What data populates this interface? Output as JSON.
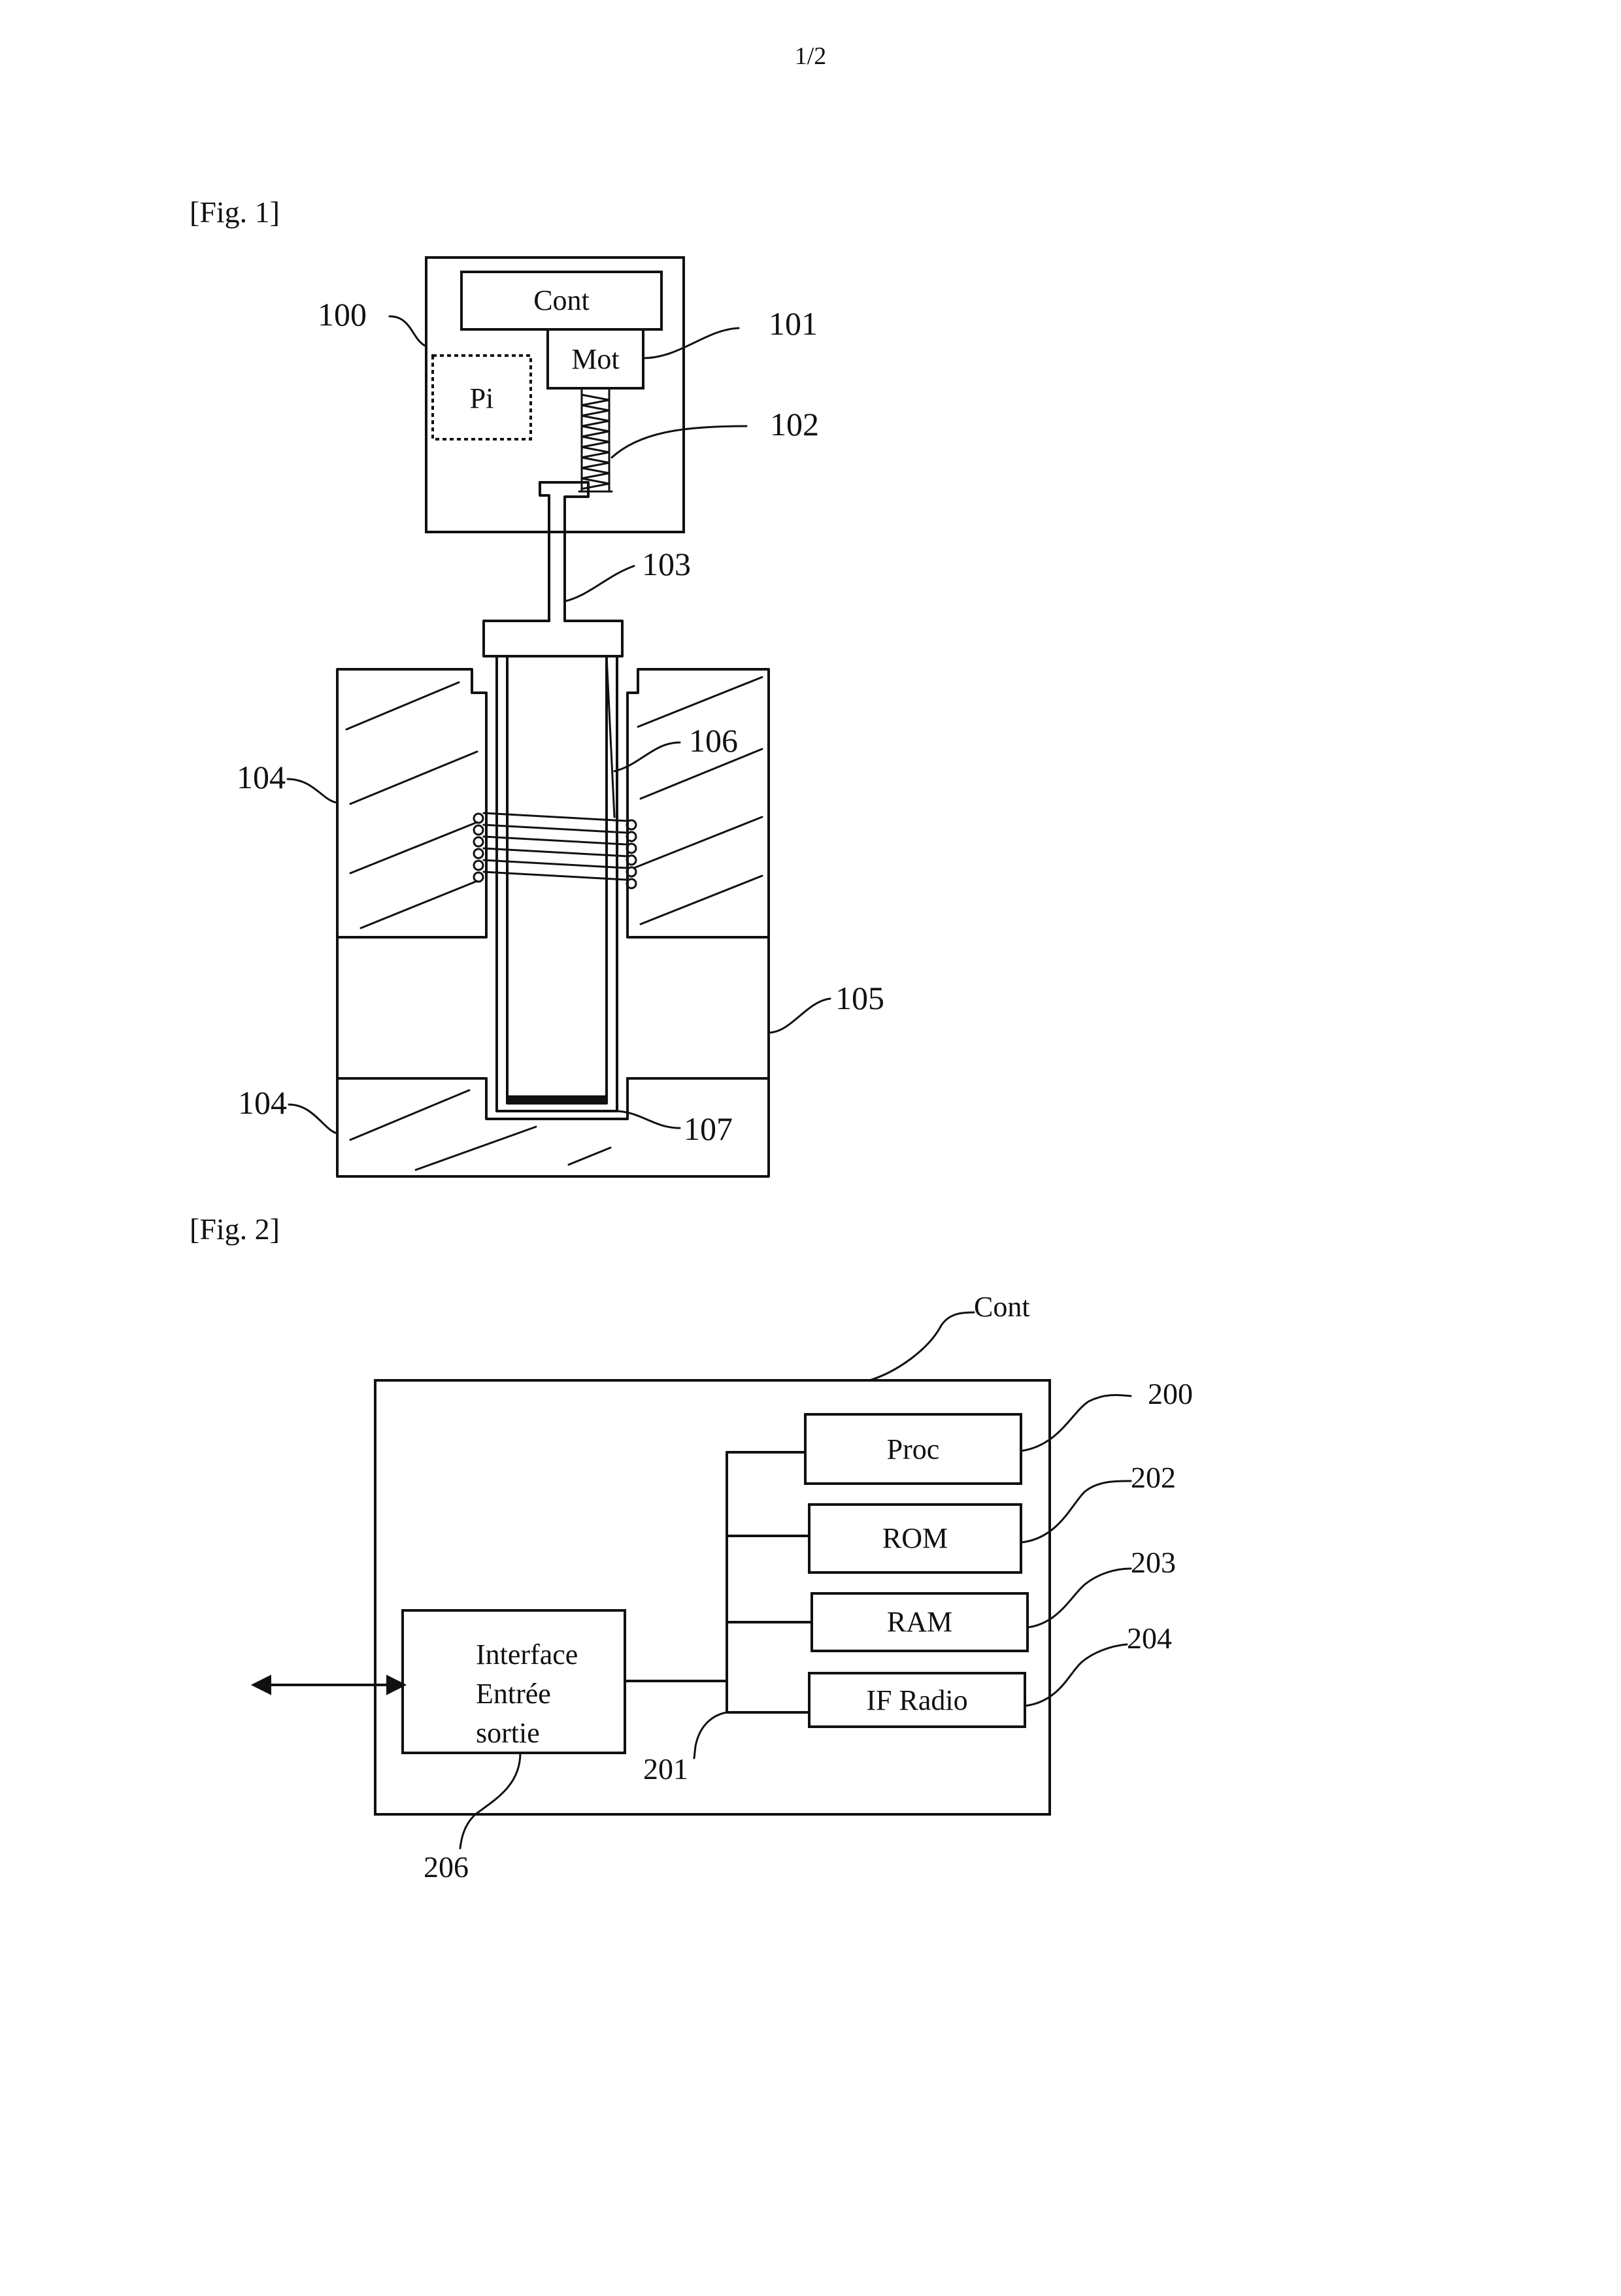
{
  "page": {
    "number": "1/2"
  },
  "fig1": {
    "caption": "[Fig. 1]",
    "labels": {
      "controller": "Cont",
      "motor": "Mot",
      "battery": "Pi",
      "ref_100": "100",
      "ref_101": "101",
      "ref_102": "102",
      "ref_103": "103",
      "ref_104_top": "104",
      "ref_104_bottom": "104",
      "ref_105": "105",
      "ref_106": "106",
      "ref_107": "107"
    }
  },
  "fig2": {
    "caption": "[Fig. 2]",
    "cont_label": "Cont",
    "blocks": {
      "proc": "Proc",
      "rom": "ROM",
      "ram": "RAM",
      "if_radio": "IF Radio",
      "io_line1": "Interface",
      "io_line2": "Entrée",
      "io_line3": "sortie"
    },
    "refs": {
      "ref_200": "200",
      "ref_201": "201",
      "ref_202": "202",
      "ref_203": "203",
      "ref_204": "204",
      "ref_206": "206"
    }
  },
  "colors": {
    "ink": "#111111",
    "paper": "#ffffff"
  }
}
